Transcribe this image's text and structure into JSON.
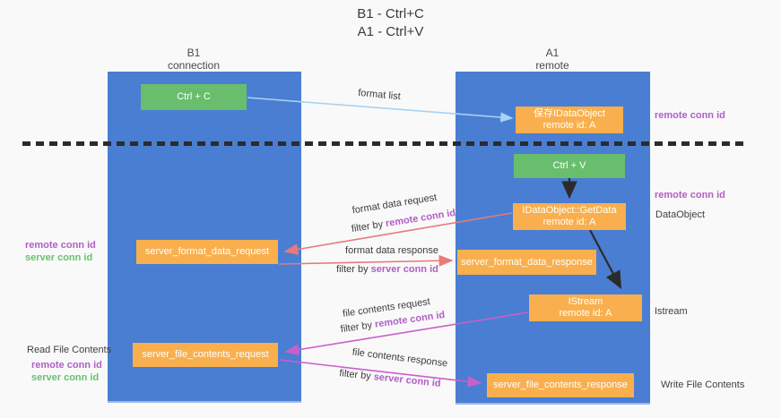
{
  "title": {
    "line1": "B1 - Ctrl+C",
    "line2": "A1 - Ctrl+V"
  },
  "lanes": {
    "left": {
      "name": "B1",
      "role": "connection"
    },
    "right": {
      "name": "A1",
      "role": "remote"
    }
  },
  "boxes": {
    "ctrl_c": {
      "label": "Ctrl + C"
    },
    "ctrl_v": {
      "label": "Ctrl + V"
    },
    "save_dataobject": {
      "line1": "保存IDataObject",
      "line2": "remote id: A"
    },
    "getdata": {
      "line1": "IDataObject::GetData",
      "line2": "remote id: A"
    },
    "istream": {
      "line1": "IStream",
      "line2": "remote id: A"
    },
    "format_request": {
      "label": "server_format_data_request"
    },
    "format_response": {
      "label": "server_format_data_response"
    },
    "file_request": {
      "label": "server_file_contents_request"
    },
    "file_response": {
      "label": "server_file_contents_response"
    }
  },
  "arrows": {
    "format_list": {
      "label": "format list"
    },
    "format_data_request": {
      "label": "format data request",
      "filter_prefix": "filter by",
      "filter_key": "remote conn id"
    },
    "format_data_response": {
      "label": "format data response",
      "filter_prefix": "filter by",
      "filter_key": "server conn id"
    },
    "file_contents_request": {
      "label": "file contents request",
      "filter_prefix": "filter by",
      "filter_key": "remote conn id"
    },
    "file_contents_response": {
      "label": "file contents response",
      "filter_prefix": "filter by",
      "filter_key": "server conn id"
    }
  },
  "side_labels": {
    "right_remote_conn_top": "remote conn id",
    "right_remote_conn_mid": "remote conn id",
    "right_dataobject": "DataObject",
    "right_istream": "Istream",
    "right_write_file": "Write File Contents",
    "left_remote_conn_mid": "remote conn id",
    "left_server_conn_mid": "server conn id",
    "left_read_file": "Read File Contents",
    "left_remote_conn_bottom": "remote conn id",
    "left_server_conn_bottom": "server conn id"
  },
  "colors": {
    "background": "#f9f9f9",
    "lane_blue": "#4a7ed2",
    "box_green": "#69be6d",
    "box_orange": "#f9af4d",
    "arrow_light_blue": "#a6d3f3",
    "arrow_red": "#e87a78",
    "arrow_magenta": "#cb5ecb",
    "arrow_black": "#2b2b2b",
    "label_purple": "#b15ec8",
    "label_green": "#67c26c",
    "divider_black": "#2b2b2b"
  }
}
